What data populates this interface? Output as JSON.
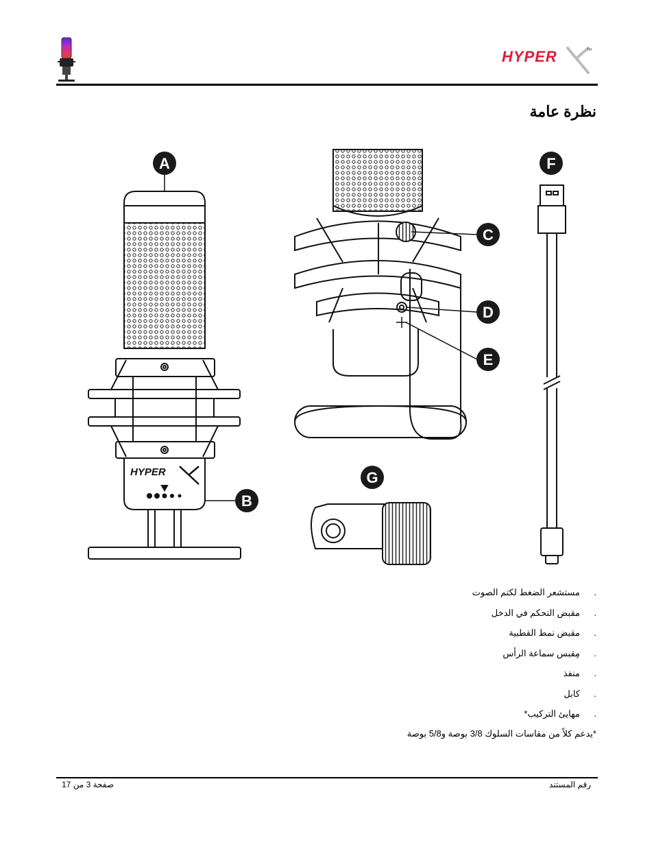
{
  "header": {
    "brand_logo_text": "HYPERX",
    "brand_color": "#e31937",
    "product_icon": "rgb-microphone-icon"
  },
  "page_title": "نظرة عامة",
  "callouts": {
    "a": "A",
    "b": "B",
    "c": "C",
    "d": "D",
    "e": "E",
    "f": "F",
    "g": "G"
  },
  "parts": [
    {
      "label": "مستشعر الضغط لكتم الصوت"
    },
    {
      "label": "مقبض التحكم في الدخل"
    },
    {
      "label": "مقبض نمط القطبية"
    },
    {
      "label": "مِقبس سماعة الرأس"
    },
    {
      "label": "منفذ"
    },
    {
      "label": "كابل"
    },
    {
      "label": "مهايئ التركيب*"
    }
  ],
  "footnote": "*يدعم كلاً من مقاسات السلوك 3/8 بوصة و5/8 بوصة",
  "footer": {
    "page": "صفحة 3 من 17",
    "doc_number": "رقم المستند"
  }
}
